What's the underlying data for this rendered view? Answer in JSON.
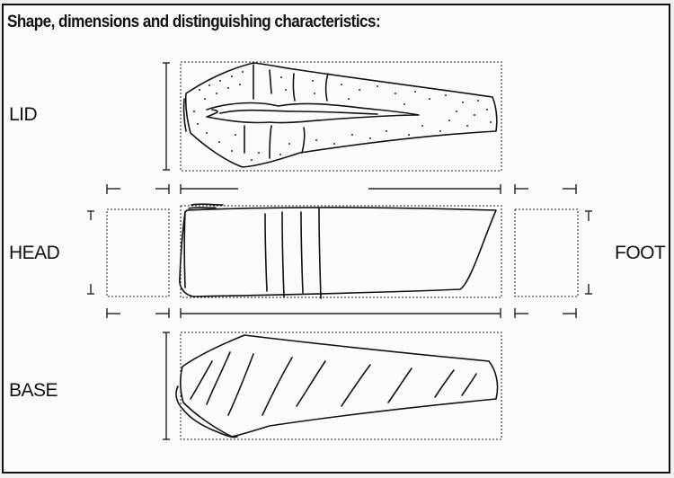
{
  "heading": "Shape, dimensions and distinguishing characteristics:",
  "labels": {
    "lid": "LID",
    "head": "HEAD",
    "foot": "FOOT",
    "base": "BASE"
  }
}
